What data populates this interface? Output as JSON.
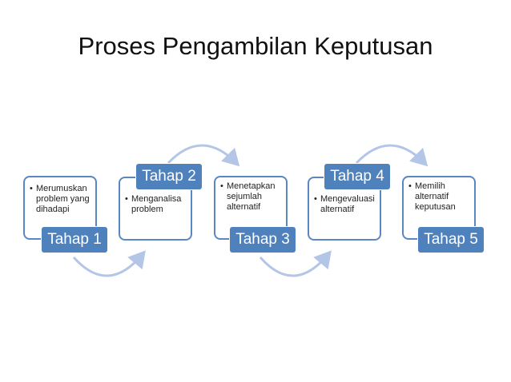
{
  "title": "Proses Pengambilan Keputusan",
  "steps": [
    {
      "label": "Tahap 1",
      "text": "Merumuskan problem yang dihadapi"
    },
    {
      "label": "Tahap 2",
      "text": "Menganalisa problem"
    },
    {
      "label": "Tahap 3",
      "text": "Menetapkan sejumlah alternatif"
    },
    {
      "label": "Tahap 4",
      "text": "Mengevaluasi alternatif"
    },
    {
      "label": "Tahap 5",
      "text": "Memilih alternatif keputusan"
    }
  ],
  "colors": {
    "box_border": "#5b86c4",
    "label_fill": "#4f81bd",
    "arrow": "#b4c6e7"
  }
}
